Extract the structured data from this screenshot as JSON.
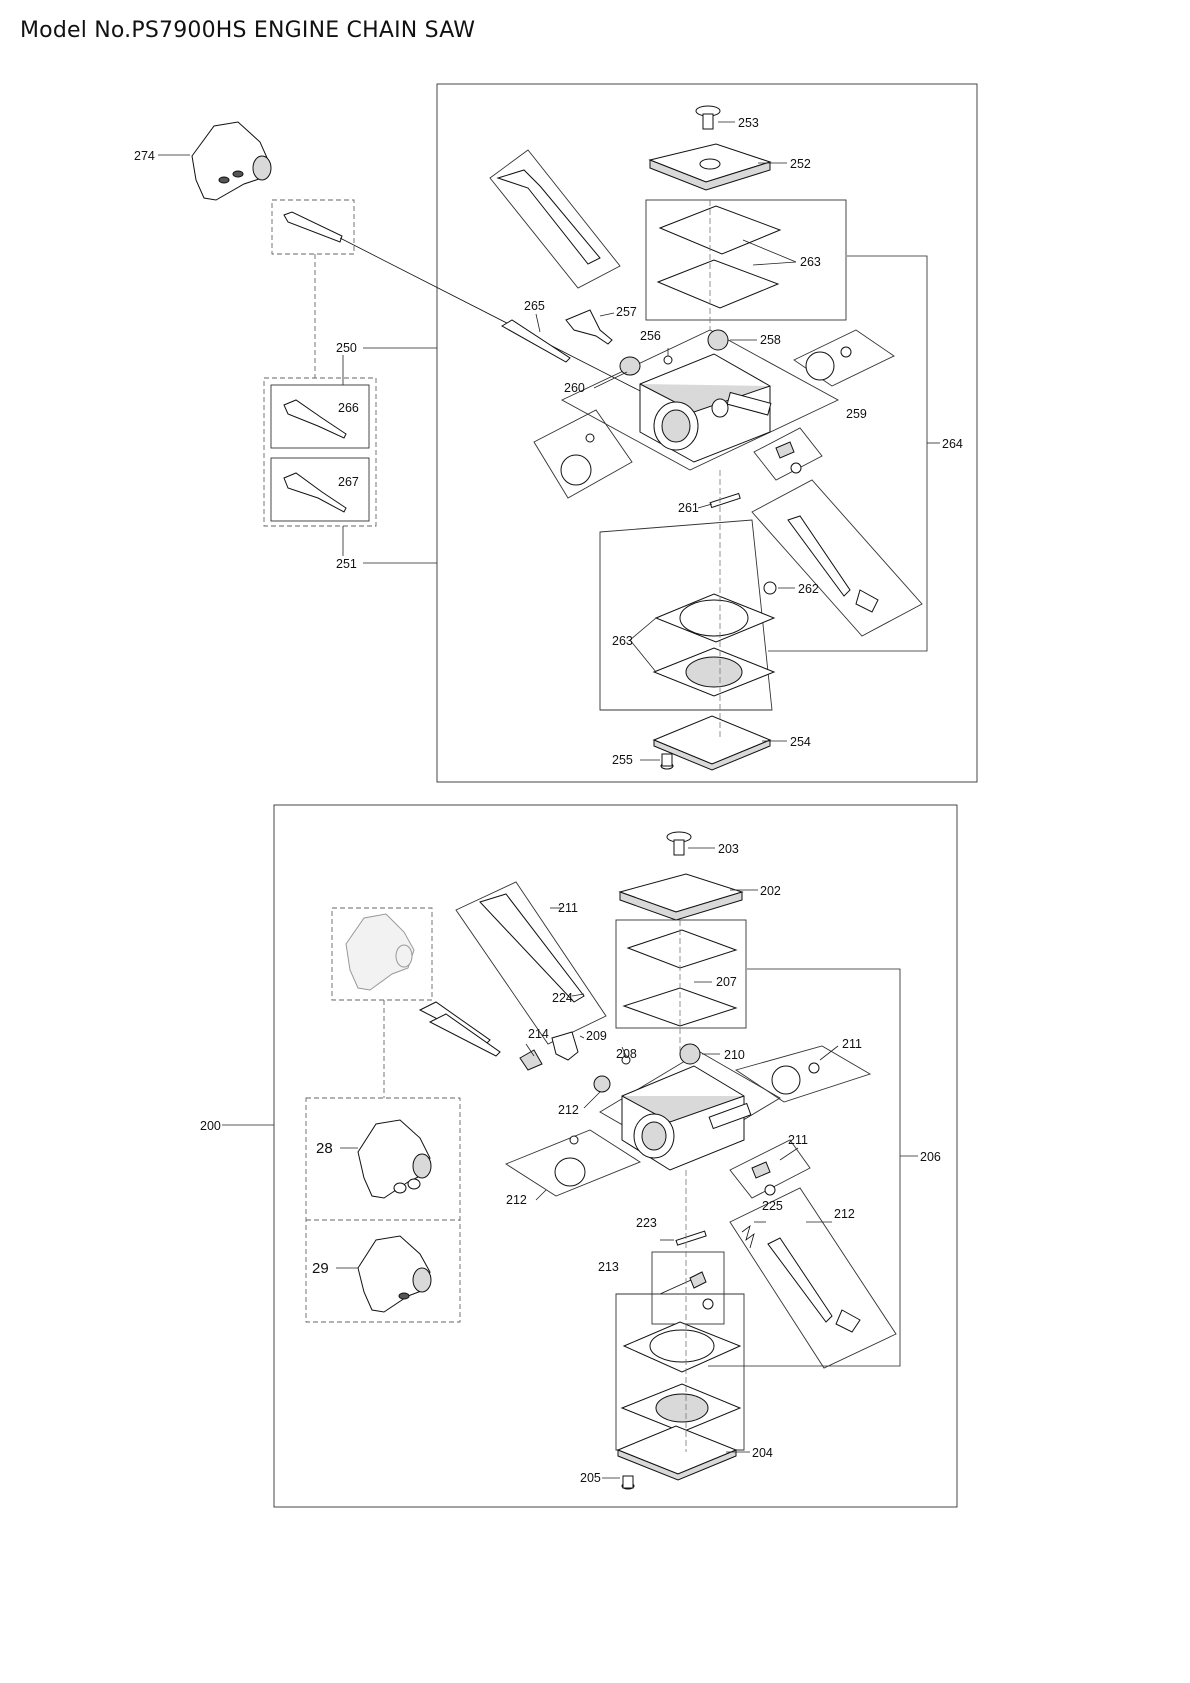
{
  "title": "Model No.PS7900HS ENGINE CHAIN SAW",
  "callouts": {
    "p274": "274",
    "p253": "253",
    "p252": "252",
    "p263a": "263",
    "p263b": "263",
    "p264": "264",
    "p250": "250",
    "p251": "251",
    "p265": "265",
    "p257": "257",
    "p256": "256",
    "p258": "258",
    "p260": "260",
    "p259": "259",
    "p266": "266",
    "p267": "267",
    "p261": "261",
    "p262": "262",
    "p254": "254",
    "p255": "255",
    "p203": "203",
    "p202": "202",
    "p211a": "211",
    "p207": "207",
    "p224": "224",
    "p214": "214",
    "p209": "209",
    "p208": "208",
    "p210": "210",
    "p211b": "211",
    "p212a": "212",
    "p200": "200",
    "p28": "28",
    "p211c": "211",
    "p206": "206",
    "p212b": "212",
    "p225": "225",
    "p212c": "212",
    "p223": "223",
    "p213": "213",
    "p29": "29",
    "p204": "204",
    "p205": "205"
  }
}
